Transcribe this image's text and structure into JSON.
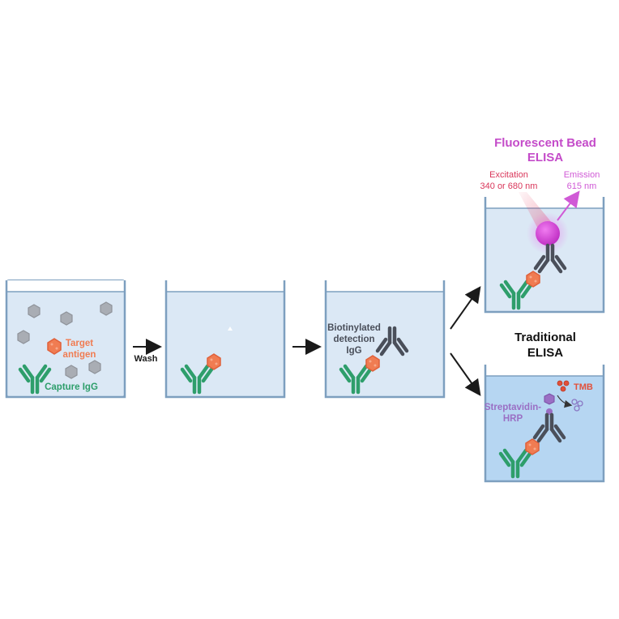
{
  "panel1": {
    "target_label_line1": "Target",
    "target_label_line2": "antigen",
    "capture_label": "Capture IgG"
  },
  "arrow1": {
    "label": "Wash"
  },
  "panel3": {
    "detect_line1": "Biotinylated",
    "detect_line2": "detection",
    "detect_line3": "IgG"
  },
  "fluorescent": {
    "title_line1": "Fluorescent Bead",
    "title_line2": "ELISA",
    "excitation_line1": "Excitation",
    "excitation_line2": "340 or 680 nm",
    "emission_line1": "Emission",
    "emission_line2": "615 nm"
  },
  "traditional": {
    "title_line1": "Traditional",
    "title_line2": "ELISA",
    "tmb_label": "TMB",
    "strep_line1": "Streptavidin-",
    "strep_line2": "HRP"
  },
  "colors": {
    "capture": "#2e9e6b",
    "antigen": "#f07c52",
    "detection": "#4a4f5a",
    "bead": "#d63cd6",
    "fluor_title": "#c44bc9",
    "excitation": "#d9365a",
    "emission": "#d05ad6",
    "strep": "#9a6fc4",
    "tmb": "#e2503a",
    "well_liquid": "#dbe8f5",
    "well_liquid_dark": "#b6d6f2"
  }
}
